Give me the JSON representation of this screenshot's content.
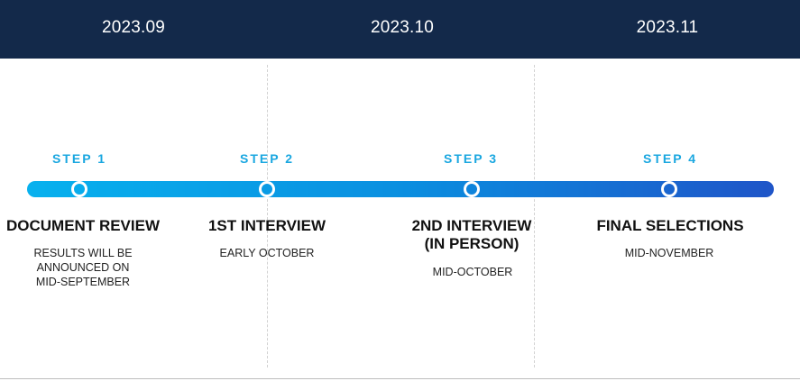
{
  "timeline": {
    "months": [
      "2023.09",
      "2023.10",
      "2023.11"
    ],
    "steps": [
      {
        "step": "STEP 1",
        "title": "DOCUMENT REVIEW",
        "description": "RESULTS WILL BE\nANNOUNCED ON\nMID-SEPTEMBER"
      },
      {
        "step": "STEP 2",
        "title": "1ST INTERVIEW",
        "description": "EARLY OCTOBER"
      },
      {
        "step": "STEP 3",
        "title": "2ND INTERVIEW\n(IN PERSON)",
        "description": "MID-OCTOBER"
      },
      {
        "step": "STEP 4",
        "title": "FINAL SELECTIONS",
        "description": "MID-NOVEMBER"
      }
    ]
  },
  "colors": {
    "header_bg": "#13294a",
    "step_label": "#1aa7e0",
    "bar_start": "#08b1ee",
    "bar_end": "#1f55c8"
  }
}
